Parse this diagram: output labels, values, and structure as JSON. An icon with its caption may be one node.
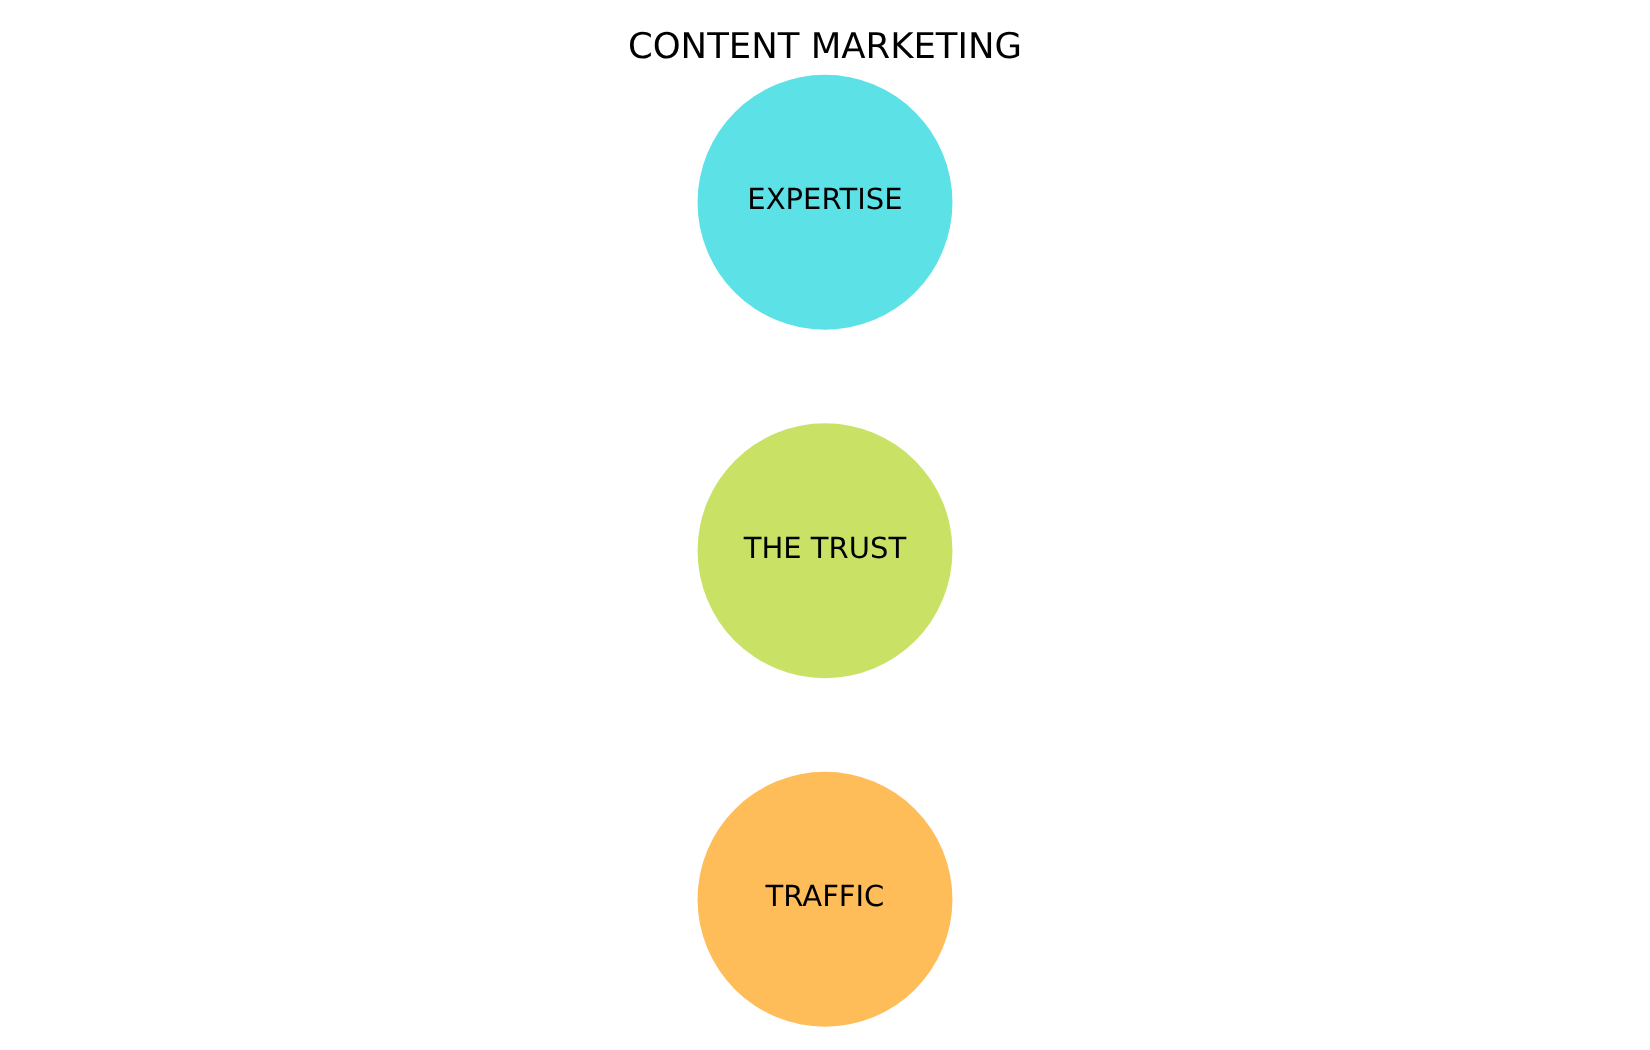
{
  "diagram": {
    "title": "CONTENT MARKETING",
    "nodes": [
      {
        "text": [
          "EXPERTISE"
        ]
      },
      {
        "text": [
          "THE TRUST"
        ]
      },
      {
        "text": [
          "TRAFFIC"
        ]
      }
    ]
  }
}
